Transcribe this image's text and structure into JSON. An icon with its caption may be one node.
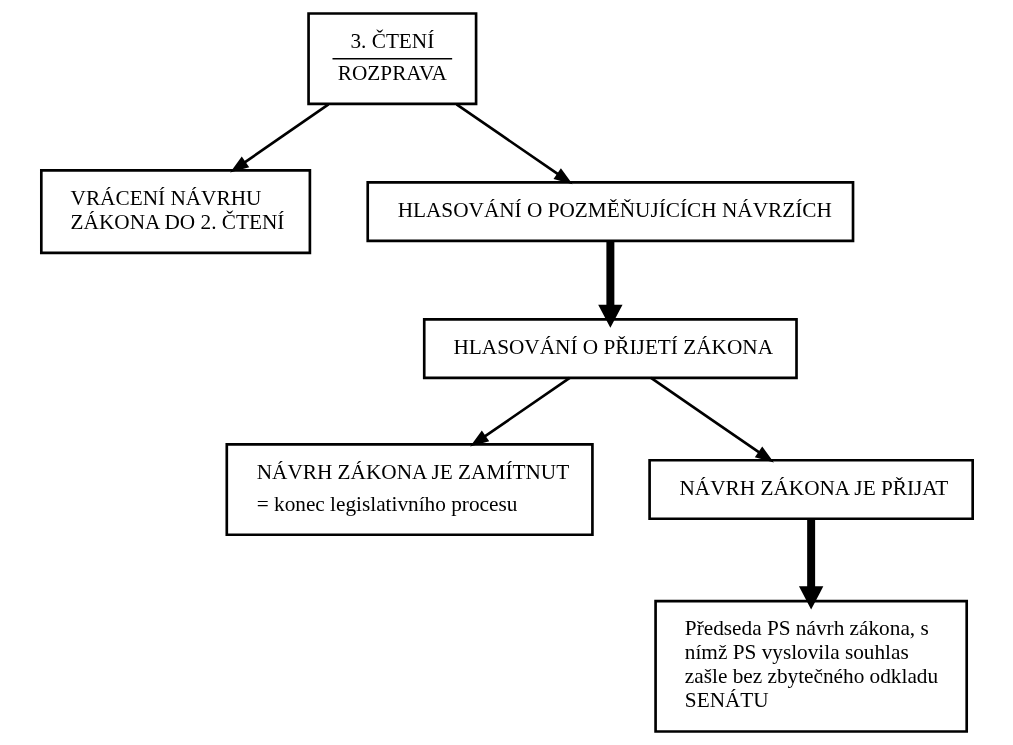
{
  "diagram": {
    "nodes": [
      {
        "text": [
          "3. ČTENÍ",
          "ROZPRAVA"
        ]
      },
      {
        "text": [
          "VRÁCENÍ NÁVRHU ZÁKONA DO 2. ČTENÍ"
        ]
      },
      {
        "text": [
          "HLASOVÁNÍ O POZMĚŇUJÍCÍCH NÁVRZÍCH"
        ]
      },
      {
        "text": [
          "HLASOVÁNÍ O PŘIJETÍ ZÁKONA"
        ]
      },
      {
        "text": [
          "NÁVRH ZÁKONA JE ZAMÍTNUT",
          "= konec legislativního procesu"
        ]
      },
      {
        "text": [
          "NÁVRH ZÁKONA JE PŘIJAT"
        ]
      },
      {
        "text": [
          "Předseda PS návrh zákona, s nímž PS vyslovila souhlas zašle bez zbytečného odkladu SENÁTU"
        ]
      }
    ],
    "edges": [
      {
        "from": 0,
        "to": 1,
        "arrow": "to"
      },
      {
        "from": 0,
        "to": 2,
        "arrow": "to"
      },
      {
        "from": 2,
        "to": 3,
        "arrow": "to",
        "style": "thick"
      },
      {
        "from": 3,
        "to": 4,
        "arrow": "to"
      },
      {
        "from": 3,
        "to": 5,
        "arrow": "to"
      },
      {
        "from": 5,
        "to": 6,
        "arrow": "to",
        "style": "thick"
      }
    ]
  }
}
